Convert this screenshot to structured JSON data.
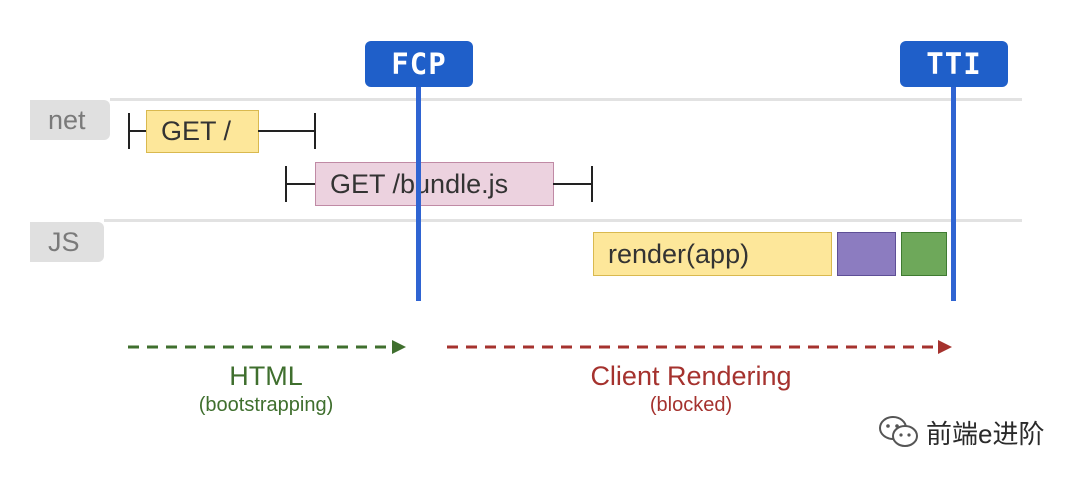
{
  "markers": {
    "fcp_label": "FCP",
    "tti_label": "TTI"
  },
  "lanes": {
    "net_label": "net",
    "js_label": "JS"
  },
  "requests": {
    "get_html": "GET /",
    "get_bundle": "GET /bundle.js"
  },
  "js_tasks": {
    "render": "render(app)"
  },
  "phases": {
    "html_title": "HTML",
    "html_sub": "(bootstrapping)",
    "client_title": "Client Rendering",
    "client_sub": "(blocked)"
  },
  "watermark": {
    "text": "前端e进阶"
  },
  "colors": {
    "marker_blue": "#1f5fc9",
    "request_yellow": "#fde79a",
    "request_pink": "#ecd2df",
    "task_purple": "#8c7cc0",
    "task_green": "#6ea85a",
    "phase_green": "#3f6f2e",
    "phase_red": "#a5322e"
  }
}
